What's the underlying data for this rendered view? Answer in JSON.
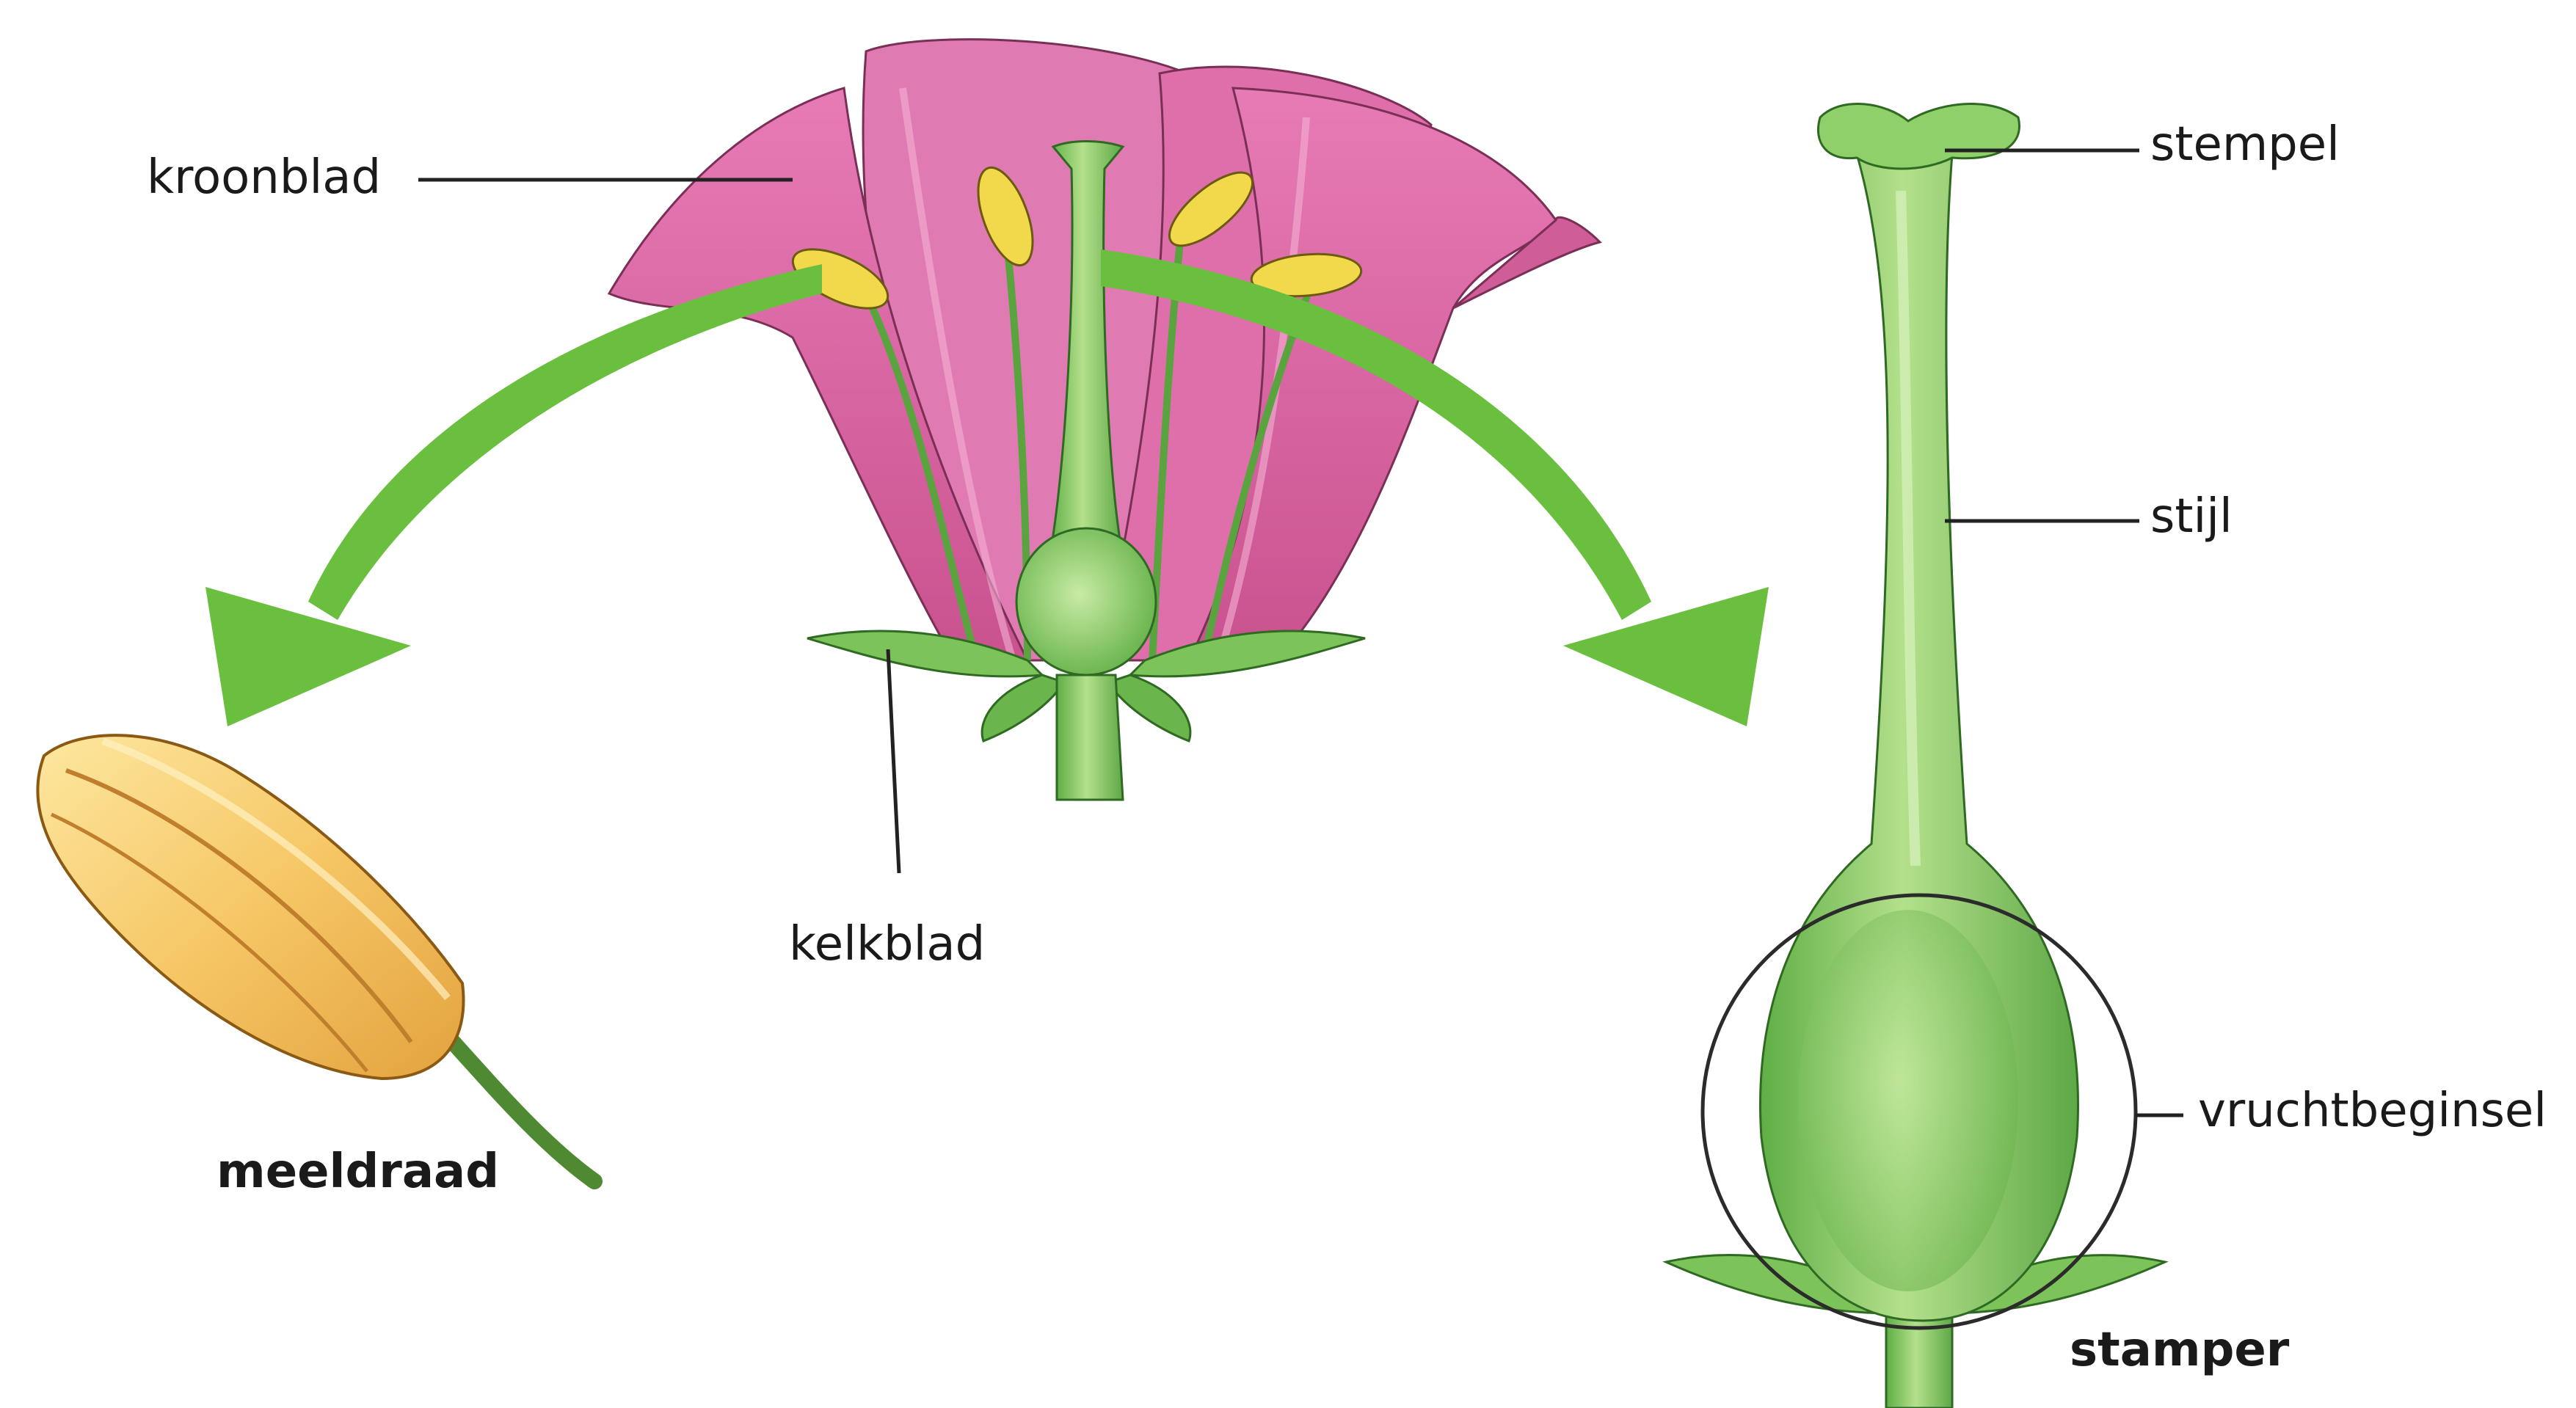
{
  "labels": {
    "kroonblad": "kroonblad",
    "kelkblad": "kelkblad",
    "meeldraad": "meeldraad",
    "stempel": "stempel",
    "stijl": "stijl",
    "vruchtbeginsel": "vruchtbeginsel",
    "stamper": "stamper"
  },
  "colors": {
    "petal": "#dd6aa8",
    "petal_light": "#f2a6cc",
    "petal_dark": "#b8457f",
    "green": "#7cc35a",
    "green_light": "#b6e08f",
    "green_dark": "#4f9a3a",
    "arrow": "#6bbf3f",
    "anther": "#f2d84b",
    "anther_big": "#f6c766",
    "leader_line": "#222222"
  }
}
